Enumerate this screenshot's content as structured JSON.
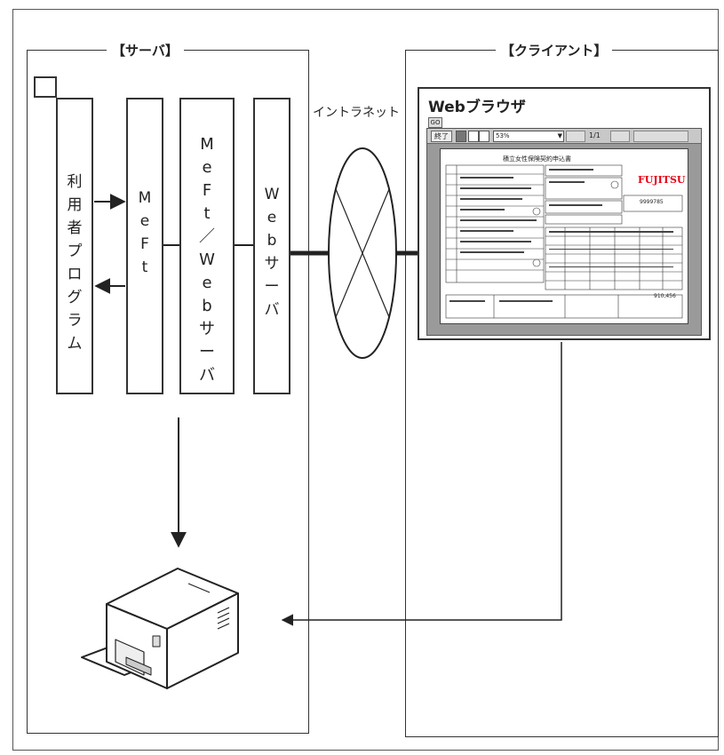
{
  "server": {
    "title": "【サーバ】",
    "boxes": [
      {
        "id": "user-program",
        "label": "利\n用\n者\nプ\nロ\nグ\nラ\nム"
      },
      {
        "id": "meft",
        "label": "M\ne\nF\nt"
      },
      {
        "id": "meft-web-server",
        "label": "M\ne\nF\nt\n／\nW\ne\nb\nサ\nー\nバ"
      },
      {
        "id": "web-server",
        "label": "W\ne\nb\nサ\nー\nバ"
      }
    ]
  },
  "network": {
    "label": "イントラネット"
  },
  "client": {
    "title": "【クライアント】",
    "browser": {
      "title": "Webブラウザ",
      "toolbar": {
        "exit": "終了",
        "zoom": "53%",
        "page": "1/1"
      },
      "form": {
        "title": "積立女性保険契約申込書",
        "brand": "FUJITSU",
        "number": "9999785",
        "total": "910,456"
      }
    }
  },
  "colors": {
    "line": "#333333",
    "brand": "#e60012"
  }
}
